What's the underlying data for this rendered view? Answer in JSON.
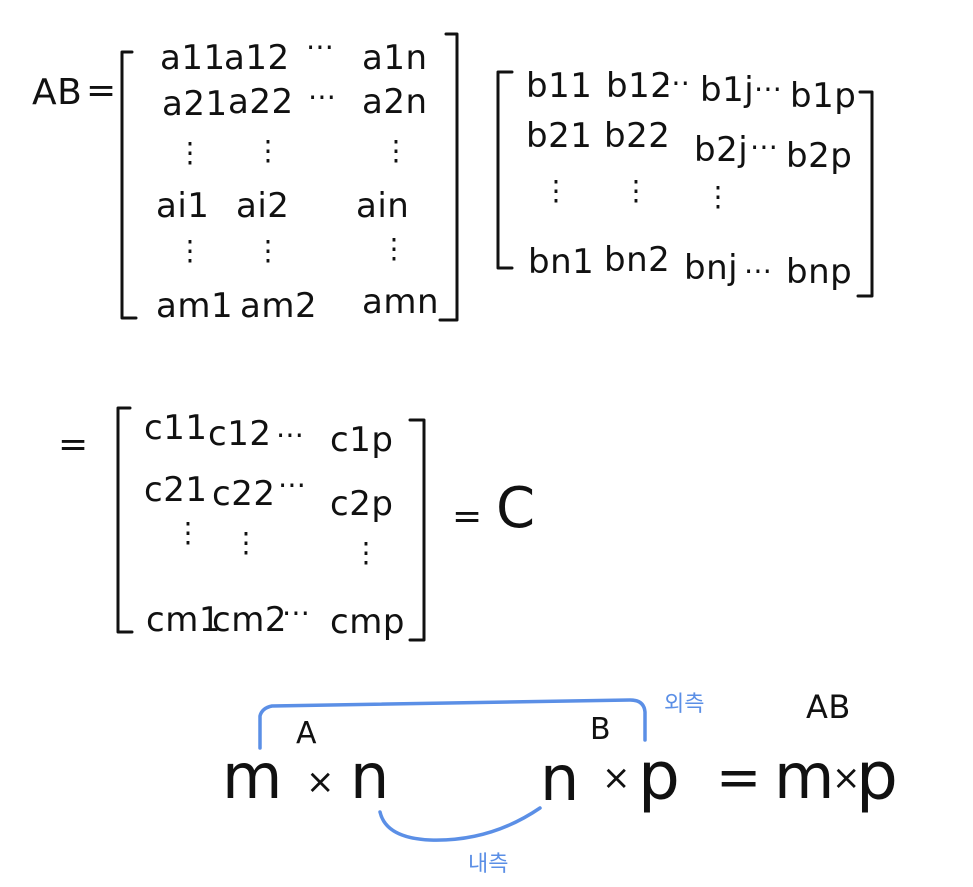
{
  "eq1": {
    "lhs": "AB",
    "eq": "="
  },
  "matA": {
    "rows": [
      [
        "a11",
        "a12",
        "⋯",
        "a1n"
      ],
      [
        "a21",
        "a22",
        "⋯",
        "a2n"
      ],
      [
        "⋮",
        "⋮",
        "",
        "⋮"
      ],
      [
        "ai1",
        "ai2",
        "",
        "ain"
      ],
      [
        "⋮",
        "⋮",
        "",
        "⋮"
      ],
      [
        "am1",
        "am2",
        "",
        "amn"
      ]
    ]
  },
  "matB": {
    "rows": [
      [
        "b11",
        "b12",
        "⋯",
        "b1j",
        "⋯",
        "b1p"
      ],
      [
        "b21",
        "b22",
        "",
        "b2j",
        "⋯",
        "b2p"
      ],
      [
        "⋮",
        "⋮",
        "",
        "⋮",
        "",
        ""
      ],
      [
        "bn1",
        "bn2",
        "",
        "bnj",
        "⋯",
        "bnp"
      ]
    ]
  },
  "eq2": {
    "eq": "=",
    "rhs_eq": "=",
    "rhs": "C"
  },
  "matC": {
    "rows": [
      [
        "c11",
        "c12",
        "⋯",
        "c1p"
      ],
      [
        "c21",
        "c22",
        "⋯",
        "c2p"
      ],
      [
        "⋮",
        "⋮",
        "",
        "⋮"
      ],
      [
        "cm1",
        "cm2",
        "⋯",
        "cmp"
      ]
    ]
  },
  "dims": {
    "a_label": "A",
    "b_label": "B",
    "ab_label": "AB",
    "m1": "m",
    "x1": "×",
    "n1": "n",
    "n2": "n",
    "x2": "×",
    "p1": "p",
    "eq": "=",
    "m2": "m",
    "x3": "×",
    "p2": "p",
    "outer_note": "외측",
    "inner_note": "내측"
  },
  "colors": {
    "ink": "#111111",
    "annotation": "#5b8fe6"
  }
}
